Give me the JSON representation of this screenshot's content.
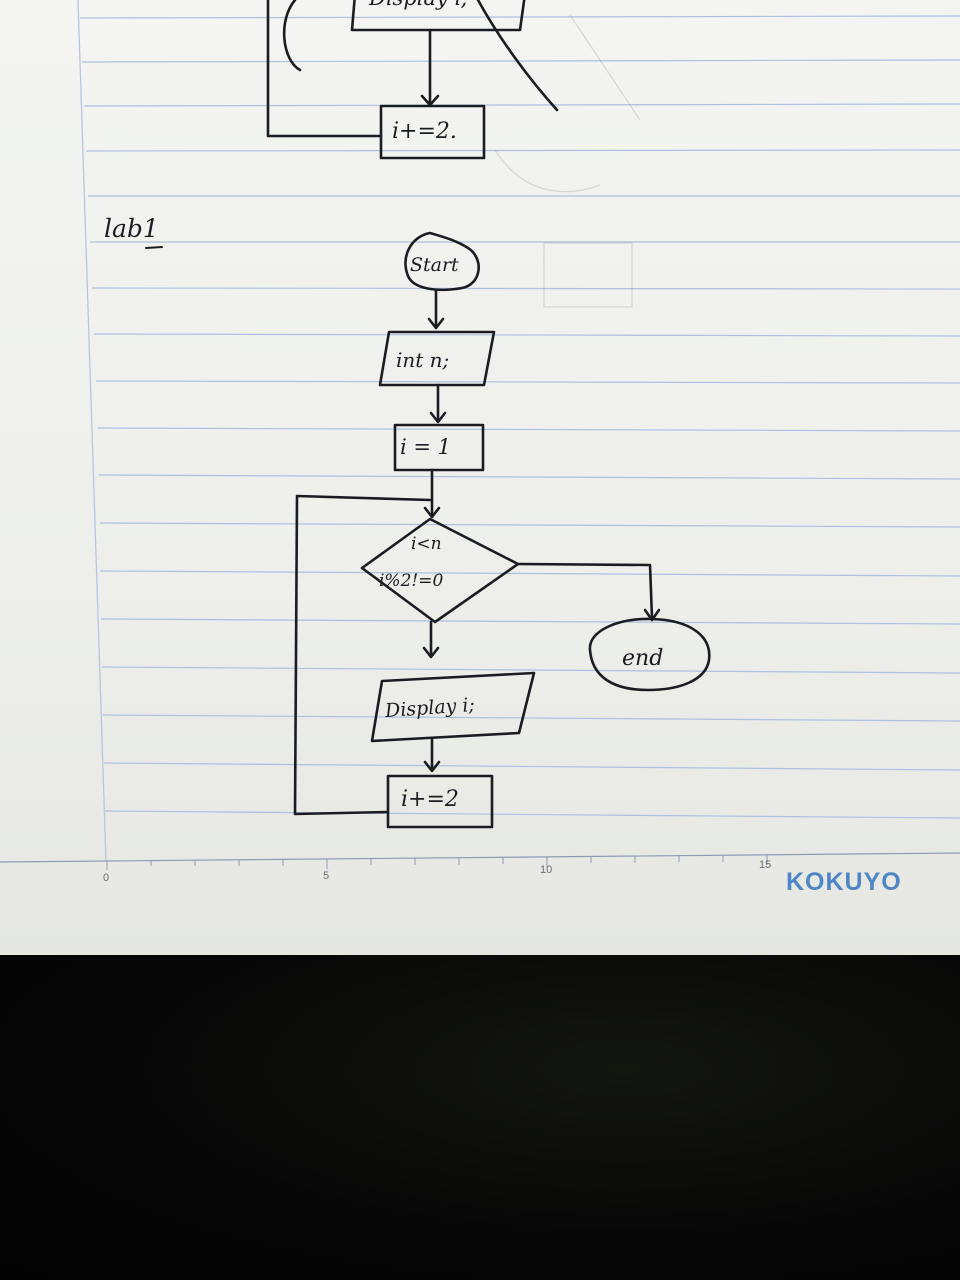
{
  "notebook": {
    "brand": "KOKUYO",
    "ruler_labels": [
      "0",
      "5",
      "10",
      "15"
    ]
  },
  "previous_flowchart": {
    "display_label": "Display i;",
    "increment_label": "i+=2."
  },
  "lab_heading": "lab1",
  "flowchart": {
    "start_label": "Start",
    "declare_label": "int n;",
    "init_label": "i = 1",
    "condition_line1": "i<n",
    "condition_line2": "i%2!=0",
    "display_label": "Display i;",
    "increment_label": "i+=2",
    "end_label": "end"
  },
  "colors": {
    "paper": "#f1f2ee",
    "rule_lines": "#aebfdf",
    "ink": "#1b1c22",
    "brand_blue": "#4e86c8",
    "desk": "#050505"
  }
}
